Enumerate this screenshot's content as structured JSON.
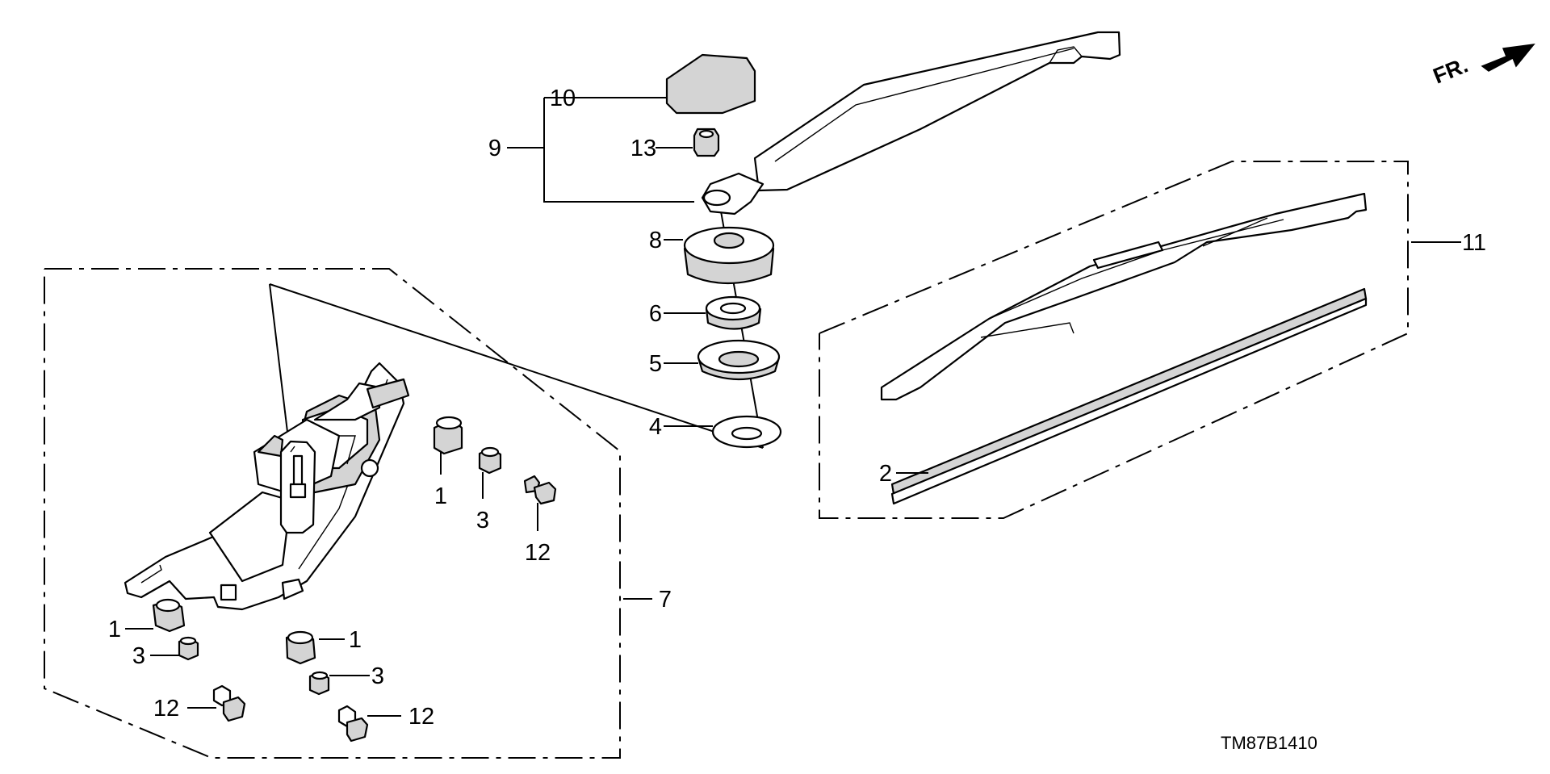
{
  "diagram_code": "TM87B1410",
  "direction_label": "FR.",
  "callouts": {
    "c1_motor_top": "1",
    "c3_motor_top": "3",
    "c12_motor_top": "12",
    "c1_left": "1",
    "c3_left": "3",
    "c12_left": "12",
    "c1_right": "1",
    "c3_right": "3",
    "c12_right": "12",
    "c2": "2",
    "c4": "4",
    "c5": "5",
    "c6": "6",
    "c7": "7",
    "c8": "8",
    "c9": "9",
    "c10": "10",
    "c11": "11",
    "c13": "13"
  },
  "icons": {
    "front_arrow": "arrow-right-icon"
  }
}
